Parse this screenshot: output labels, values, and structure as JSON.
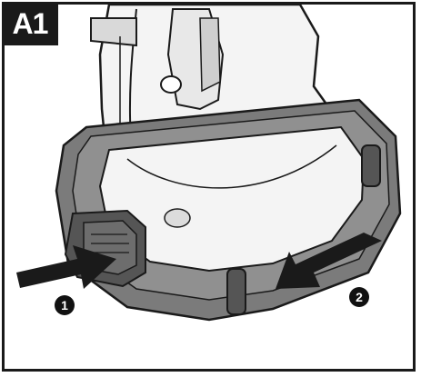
{
  "figure": {
    "label": "A1",
    "steps": [
      "1",
      "2"
    ],
    "icons": [
      "tool-handle-illustration",
      "battery-pack-illustration",
      "push-arrow-icon",
      "slide-arrow-icon"
    ],
    "colors": {
      "ink": "#1a1a1a",
      "battery": "#7b7b7b",
      "battery_dark": "#555555",
      "handle": "#f4f4f4"
    }
  }
}
